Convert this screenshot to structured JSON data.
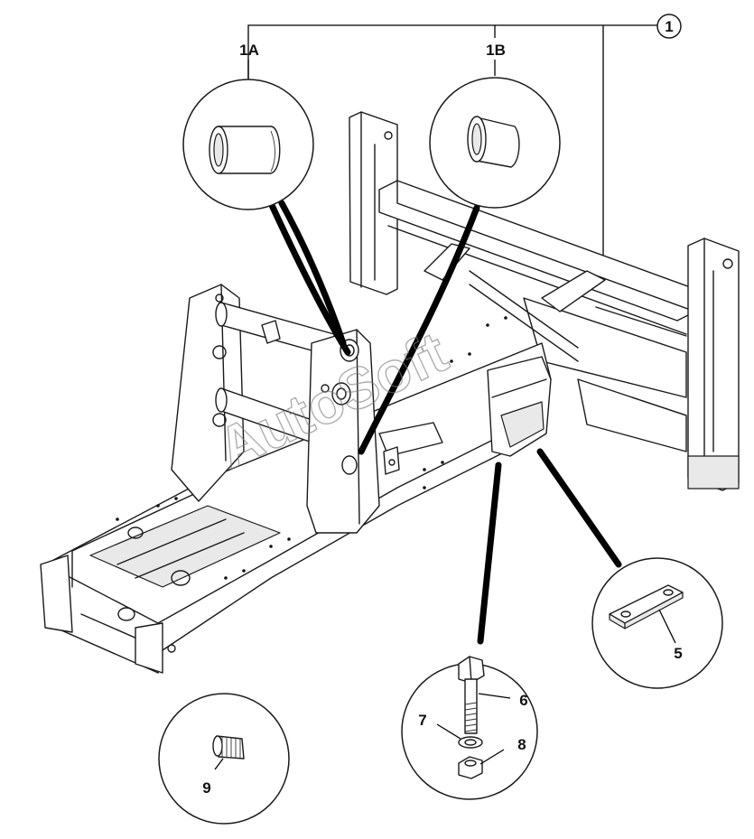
{
  "labels": {
    "l1": "1",
    "l1a": "1A",
    "l1b": "1B",
    "l5": "5",
    "l6": "6",
    "l7": "7",
    "l8": "8",
    "l9": "9"
  },
  "watermark": "AutoSoft"
}
